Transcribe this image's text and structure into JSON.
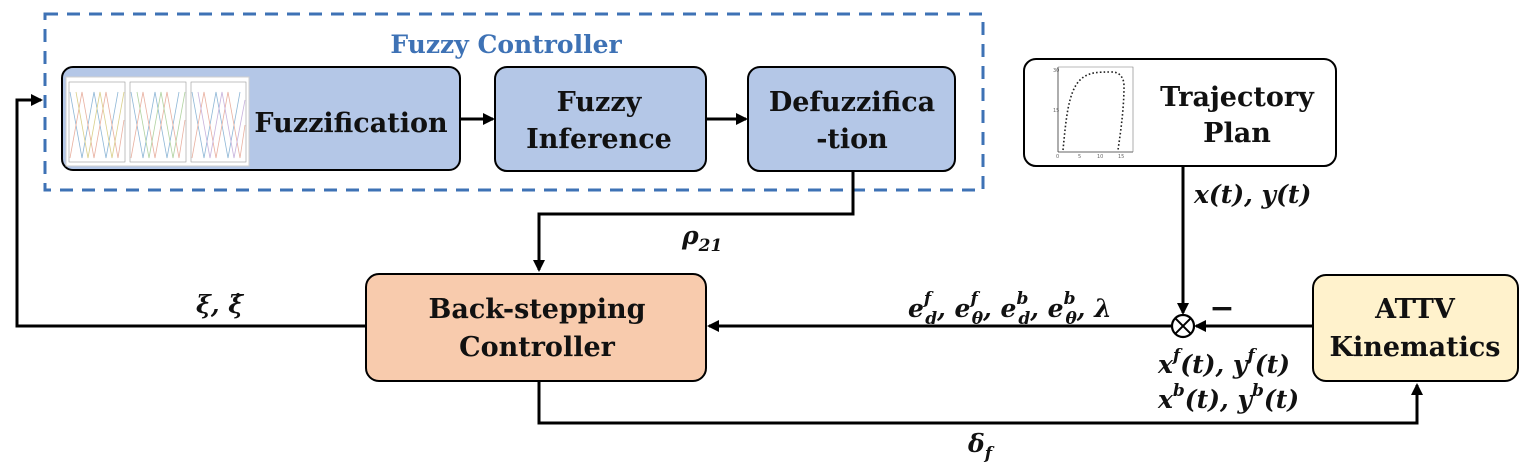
{
  "colors": {
    "fuzzy_border": "#3E72B5",
    "fuzzy_title": "#3E72B5",
    "fuzzy_block_fill": "#B4C7E7",
    "backstep_fill": "#F8CBAD",
    "attv_fill": "#FFF2CC",
    "line": "#000000"
  },
  "fuzzy_controller": {
    "title": "Fuzzy Controller",
    "fuzzification": "Fuzzification",
    "inference_line1": "Fuzzy",
    "inference_line2": "Inference",
    "defuzz_line1": "Defuzzifica",
    "defuzz_line2": "-tion"
  },
  "trajectory": {
    "line1": "Trajectory",
    "line2": "Plan",
    "output": {
      "x": "x",
      "y": "y",
      "arg": "(t)"
    }
  },
  "backstepping": {
    "line1": "Back-stepping",
    "line2": "Controller"
  },
  "attv": {
    "line1": "ATTV",
    "line2": "Kinematics"
  },
  "signals": {
    "rho": {
      "base": "ρ",
      "sub": "21"
    },
    "xi": {
      "a": "ξ",
      "b": "ξ̇"
    },
    "errors": {
      "e": "e",
      "sups": [
        "f",
        "f",
        "b",
        "b"
      ],
      "subs": [
        "d",
        "θ",
        "d",
        "θ"
      ],
      "lambda": "λ"
    },
    "minus": "−",
    "front": {
      "x": "x",
      "y": "y",
      "sup": "f",
      "arg": "(t)"
    },
    "back": {
      "x": "x",
      "y": "y",
      "sup": "b",
      "arg": "(t)"
    },
    "delta": {
      "base": "δ",
      "sub": "f"
    }
  },
  "icons": {
    "summing_junction": "summing-junction-icon",
    "membership_plot": "membership-function-plot-icon",
    "trajectory_plot": "trajectory-plot-icon"
  }
}
